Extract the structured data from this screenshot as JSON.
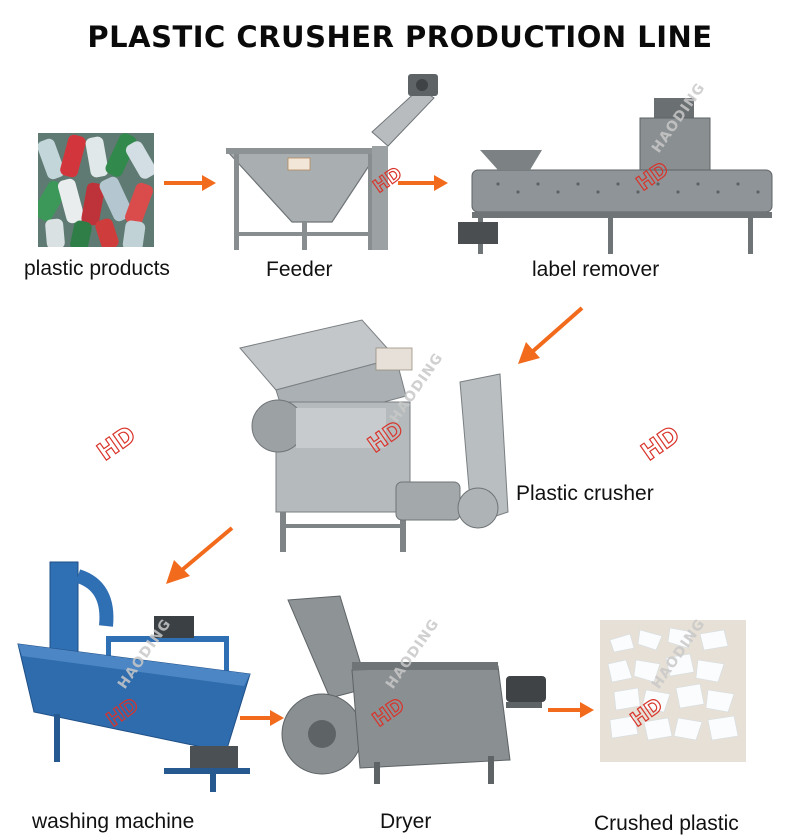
{
  "title": "PLASTIC CRUSHER PRODUCTION LINE",
  "watermark": {
    "logo_text": "HD",
    "brand_text": "HAODING"
  },
  "nodes": [
    {
      "id": "plastic-products",
      "label": "plastic products"
    },
    {
      "id": "feeder",
      "label": "Feeder"
    },
    {
      "id": "label-remover",
      "label": "label remover"
    },
    {
      "id": "plastic-crusher",
      "label": "Plastic crusher"
    },
    {
      "id": "washing-machine",
      "label": "washing machine"
    },
    {
      "id": "dryer",
      "label": "Dryer"
    },
    {
      "id": "crushed-plastic",
      "label": "Crushed plastic"
    }
  ],
  "colors": {
    "arrow": "#f26b1d",
    "machine_gray": "#9ea3a6",
    "machine_dark": "#5e6366",
    "washer_blue": "#2f6fb3",
    "watermark_red": "#d9342b"
  }
}
